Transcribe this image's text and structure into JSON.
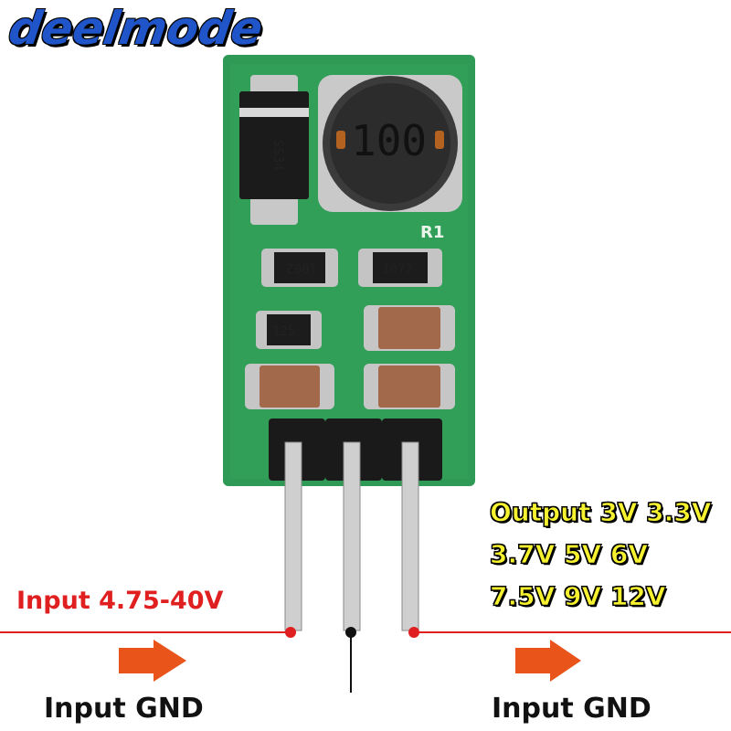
{
  "brand": {
    "logo_text": "deelmode"
  },
  "pcb": {
    "inductor_marking": "100",
    "diode_marking": "SS34",
    "resistor_markings": [
      "1002",
      "1072",
      "125"
    ],
    "silk_label": "R1"
  },
  "labels": {
    "input_voltage": "Input 4.75-40V",
    "output_line1": "Output 3V 3.3V",
    "output_line2": "3.7V 5V 6V",
    "output_line3": "7.5V 9V 12V",
    "gnd_left": "Input GND",
    "gnd_right": "Input GND"
  },
  "colors": {
    "pcb_green": "#2f9a55",
    "input_red": "#e02020",
    "output_yellow": "#f6f230",
    "logo_blue": "#1f55c8",
    "arrow_orange": "#e8541a"
  }
}
